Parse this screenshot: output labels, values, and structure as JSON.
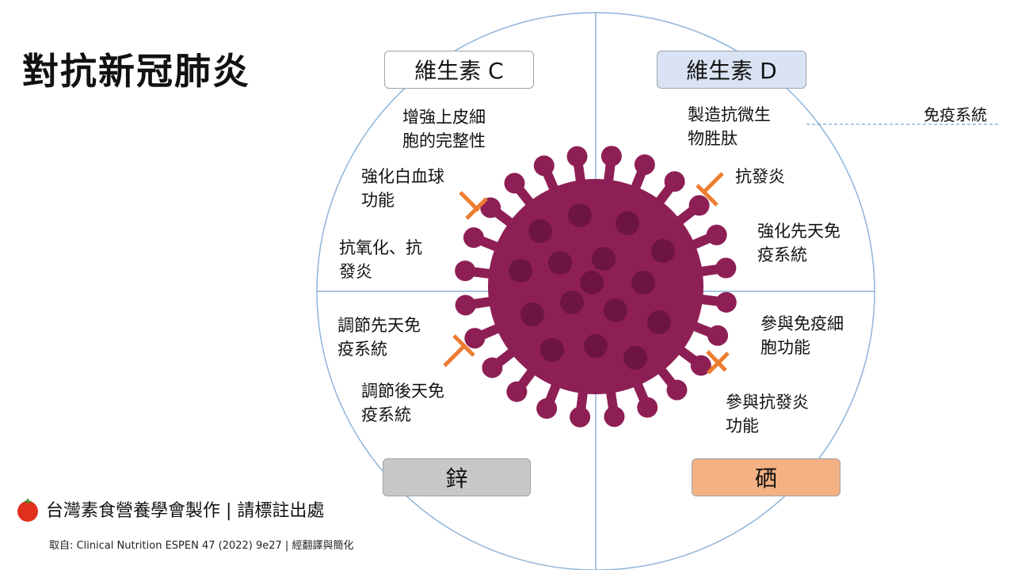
{
  "title": "對抗新冠肺炎",
  "quadrants": {
    "vitc": {
      "heading": "維生素 C",
      "color": "#ffffff",
      "effects": [
        "增強上皮細\n胞的完整性",
        "強化白血球\n功能",
        "抗氧化、抗\n發炎"
      ]
    },
    "vitd": {
      "heading": "維生素 D",
      "color": "#dae3f3",
      "effects": [
        "製造抗微生\n物胜肽",
        "抗發炎",
        "強化先天免\n疫系統"
      ],
      "side_note": "免疫系統"
    },
    "zinc": {
      "heading": "鋅",
      "color": "#c8c8c8",
      "effects": [
        "調節先天免\n疫系統",
        "調節後天免\n疫系統"
      ]
    },
    "selenium": {
      "heading": "硒",
      "color": "#f4b183",
      "effects": [
        "參與免疫細\n胞功能",
        "參與抗發炎\n功能"
      ]
    }
  },
  "colors": {
    "circle": "#8fb4d9",
    "inhibitor": "#ed7d31",
    "virus": "#8e1f55",
    "virus_dark": "#6d1540"
  },
  "footer": {
    "org": "台灣素食營養學會製作 | 請標註出處",
    "source": "取自: Clinical Nutrition ESPEN 47 (2022) 9e27 | 經翻譯與簡化"
  }
}
